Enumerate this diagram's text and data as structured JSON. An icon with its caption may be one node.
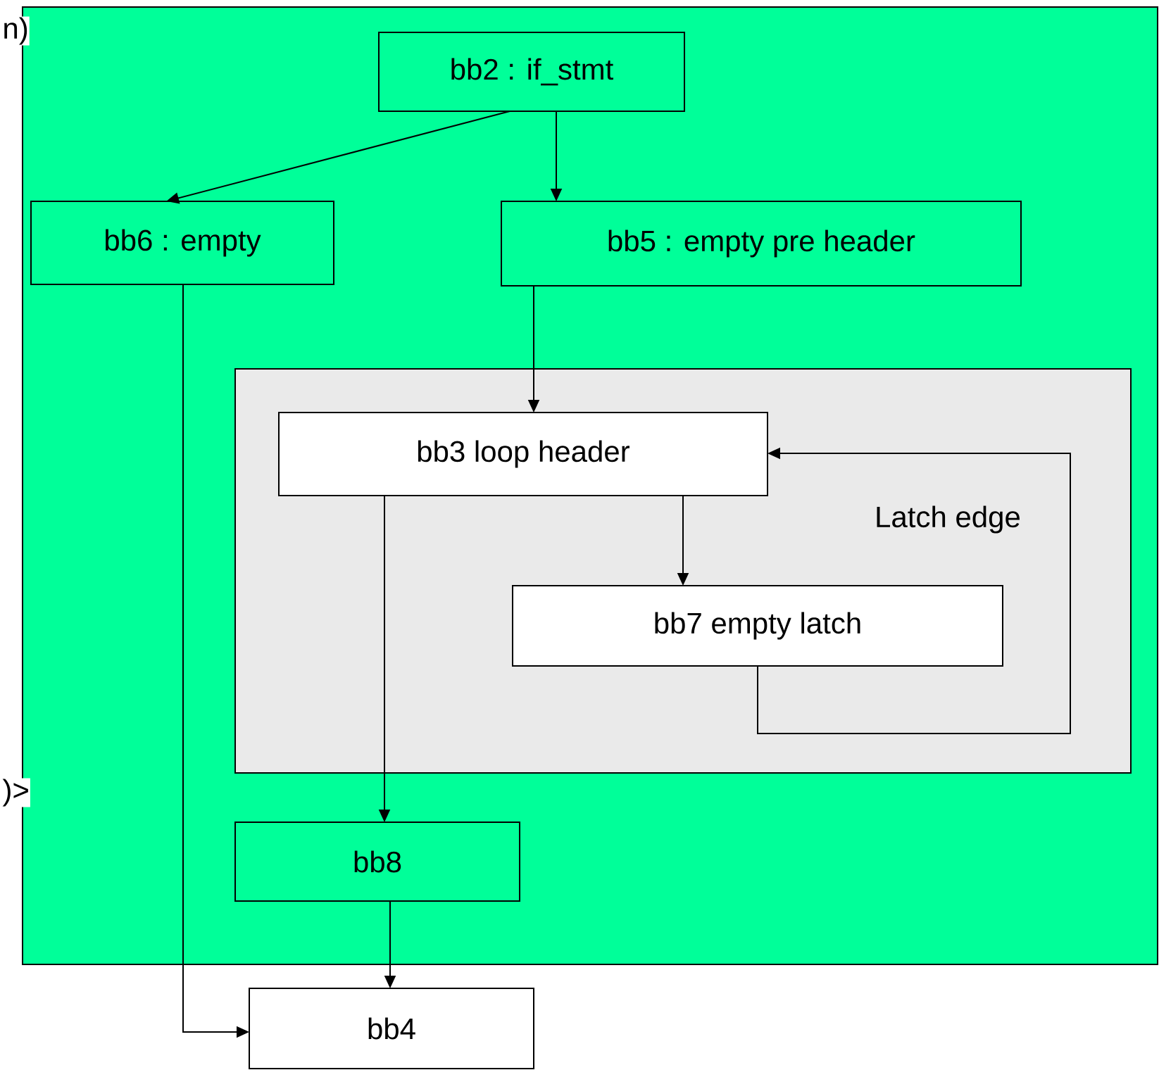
{
  "diagram": {
    "nodes": [
      {
        "text": [],
        "shape": "box"
      },
      {
        "text": [
          "bb2 : if_stmt"
        ],
        "in": 0
      },
      {
        "text": [
          "bb6 : empty"
        ],
        "in": 0
      },
      {
        "text": [
          "bb5 : empty pre header"
        ],
        "in": 0
      },
      {
        "text": [],
        "shape": "box",
        "in": 0
      },
      {
        "text": [
          "bb3 loop header"
        ],
        "in": 4
      },
      {
        "text": [
          "bb7 empty latch"
        ],
        "in": 4
      },
      {
        "text": [
          "bb8"
        ],
        "in": 0
      },
      {
        "text": [
          "bb4"
        ]
      }
    ],
    "edges": [
      {
        "from": 1,
        "to": 2,
        "arrow": "to"
      },
      {
        "from": 1,
        "to": 3,
        "arrow": "to"
      },
      {
        "from": 3,
        "to": 5,
        "arrow": "to"
      },
      {
        "from": 5,
        "to": 6,
        "arrow": "to"
      },
      {
        "from": 6,
        "to": 5,
        "arrow": "to",
        "label": "Latch edge"
      },
      {
        "from": 5,
        "to": 7,
        "arrow": "to"
      },
      {
        "from": 2,
        "to": 8,
        "arrow": "to"
      },
      {
        "from": 7,
        "to": 8,
        "arrow": "to"
      }
    ],
    "labels": [
      "n)",
      ")>"
    ]
  }
}
